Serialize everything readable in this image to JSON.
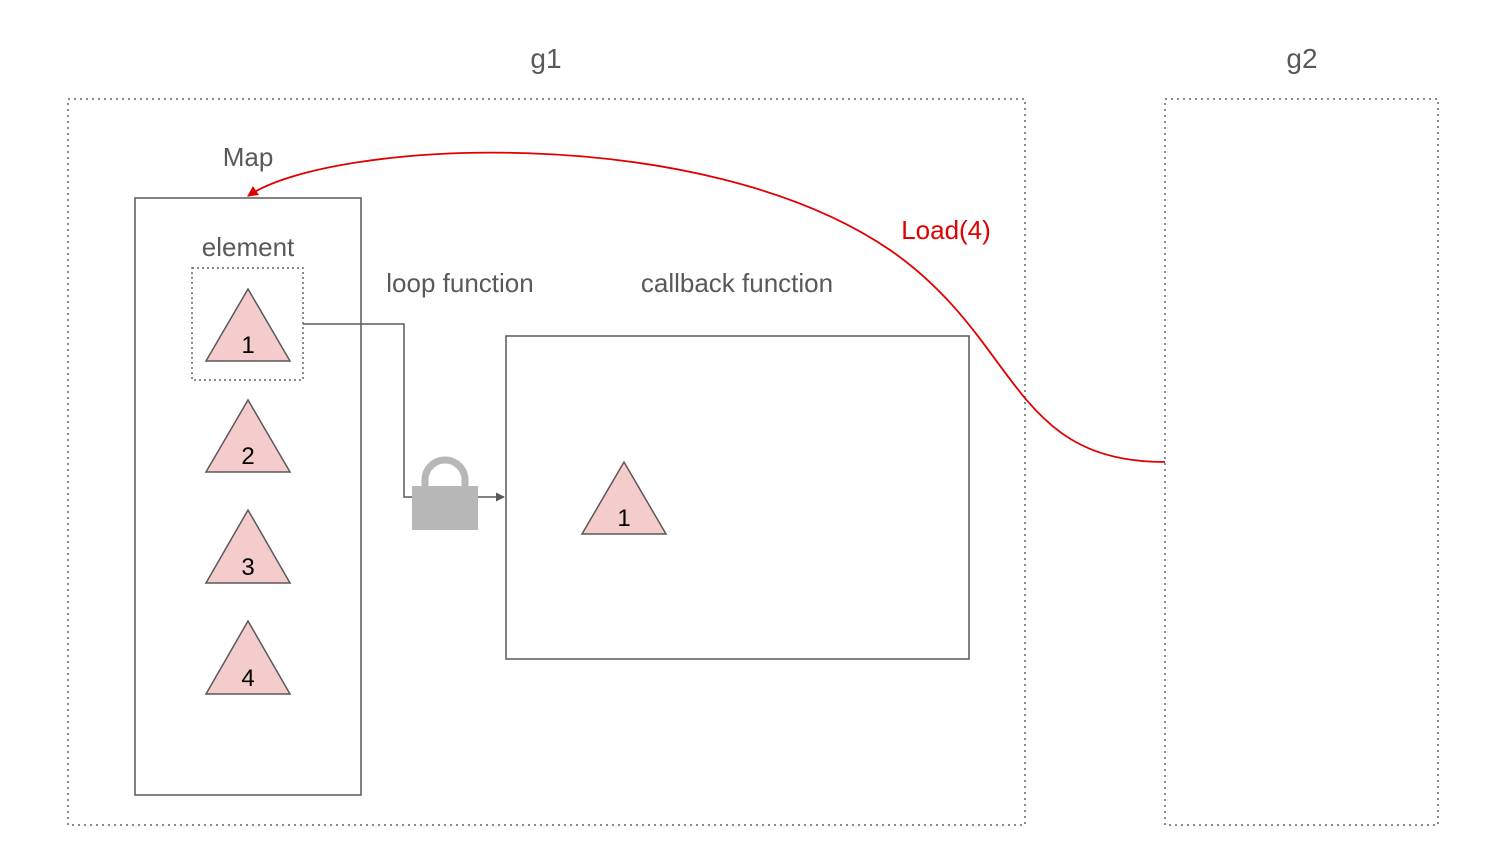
{
  "groups": {
    "g1": "g1",
    "g2": "g2"
  },
  "map": {
    "title": "Map",
    "element_label": "element",
    "elements": [
      "1",
      "2",
      "3",
      "4"
    ]
  },
  "loop_function": {
    "label": "loop function",
    "lock_icon": "lock-icon"
  },
  "callback_function": {
    "label": "callback function",
    "element": "1"
  },
  "load_arrow": {
    "label": "Load(4)"
  },
  "colors": {
    "text": "#595959",
    "box_stroke": "#595959",
    "dotted_stroke": "#666666",
    "triangle_fill": "#f4cccc",
    "triangle_stroke": "#595959",
    "lock": "#b7b7b7",
    "load_arrow": "#e00000"
  }
}
